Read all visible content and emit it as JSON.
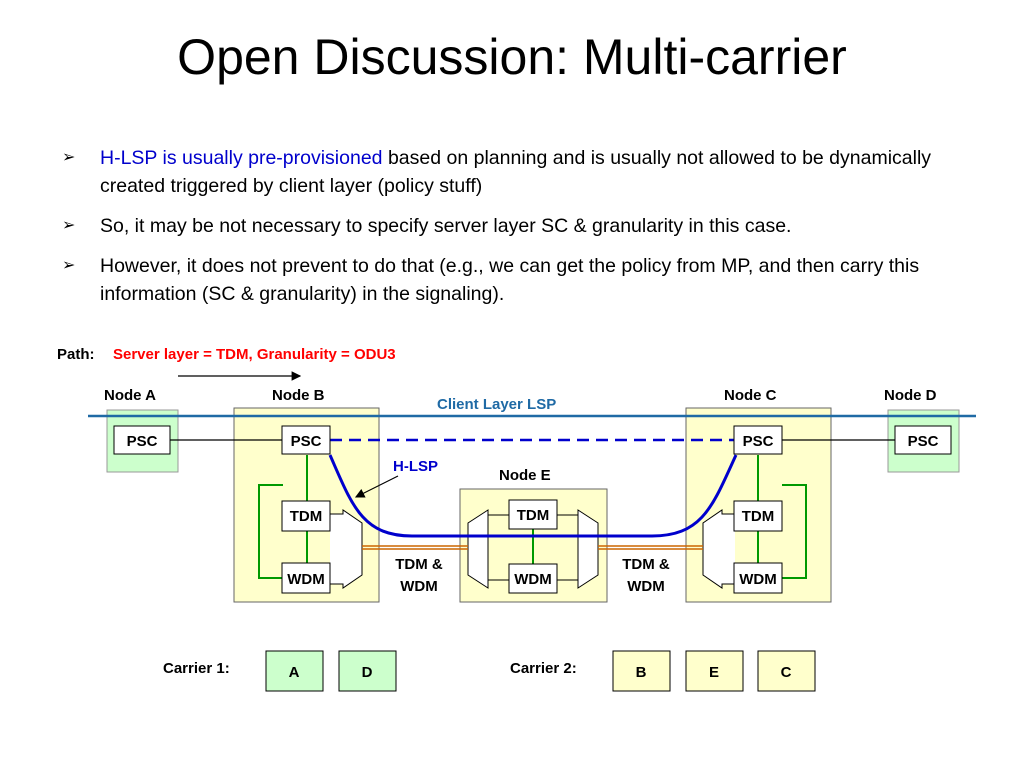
{
  "title": "Open Discussion: Multi-carrier",
  "bullets": [
    {
      "highlight": "H-LSP is usually pre-provisioned",
      "text": " based on planning and is usually not allowed to be dynamically created triggered by client layer (policy stuff)"
    },
    {
      "highlight": "",
      "text": "So, it may be not necessary  to specify server layer SC & granularity in this case."
    },
    {
      "highlight": "",
      "text": "However, it does not prevent to do that (e.g., we can get the policy from MP, and then carry this information (SC & granularity) in the signaling)."
    }
  ],
  "bullet_marker": "➢",
  "diagram": {
    "path_label": "Path:",
    "path_detail": "Server layer = TDM, Granularity = ODU3",
    "client_lsp_label": "Client Layer LSP",
    "hlsp_label": "H-LSP",
    "nodes": {
      "a": "Node A",
      "b": "Node B",
      "c": "Node C",
      "d": "Node D",
      "e": "Node E"
    },
    "psc": "PSC",
    "tdm": "TDM",
    "wdm": "WDM",
    "link_label_line1": "TDM &",
    "link_label_line2": "WDM",
    "carrier1": {
      "label": "Carrier 1:",
      "members": [
        "A",
        "D"
      ]
    },
    "carrier2": {
      "label": "Carrier 2:",
      "members": [
        "B",
        "E",
        "C"
      ]
    }
  },
  "colors": {
    "node_fill": "#ffffcc",
    "edge_node_fill": "#ccffcc",
    "client_line": "#1f6aa5",
    "hlsp": "#0000cc",
    "red_text": "#ff0000",
    "green_wire": "#009900",
    "fiber": "#cc6600"
  }
}
